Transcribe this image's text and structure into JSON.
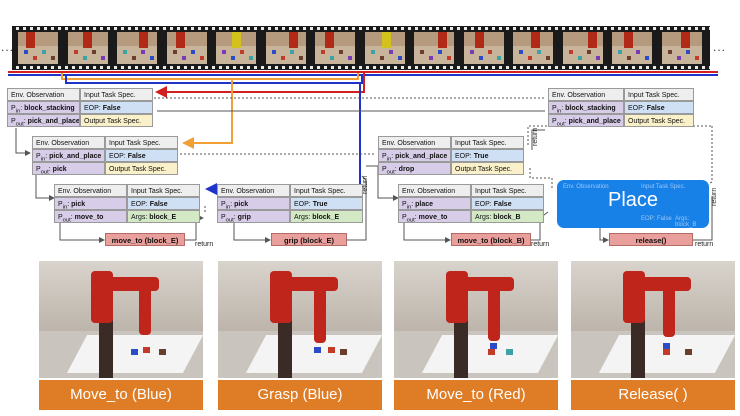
{
  "filmstrip": {
    "frame_count": 14,
    "ellipsis": "..."
  },
  "header_left": "Env. Observation",
  "header_right": "Input Task Spec.",
  "field_eop": "EOP:",
  "field_args": "Args:",
  "field_output": "Output Task Spec.",
  "pin": "P",
  "pin_in_sub": "in",
  "pin_out_sub": "out",
  "return_label": "return",
  "tables": {
    "block_stacking": {
      "p_in": "block_stacking",
      "eop": "False",
      "p_out": "pick_and_place"
    },
    "pick_and_place_1": {
      "p_in": "pick_and_place",
      "eop": "False",
      "p_out": "pick"
    },
    "pick_and_place_2": {
      "p_in": "pick_and_place",
      "eop": "True",
      "p_out": "drop"
    },
    "pick_1": {
      "p_in": "pick",
      "eop": "False",
      "p_out": "move_to",
      "args": "block_E"
    },
    "pick_2": {
      "p_in": "pick",
      "eop": "True",
      "p_out": "grip",
      "args": "block_E"
    },
    "place": {
      "p_in": "place",
      "eop": "False",
      "p_out": "move_to",
      "args": "block_B"
    },
    "block_stacking_right": {
      "p_in": "block_stacking",
      "eop": "False",
      "p_out": "pick_and_place"
    }
  },
  "actions": {
    "a1": "move_to (block_E)",
    "a2": "grip (block_E)",
    "a3": "move_to (block_B)",
    "a4": "release()"
  },
  "place_box": {
    "title": "Place",
    "ghost": [
      "Env. Observation",
      "Input Task Spec.",
      "EOP: False",
      "Args: block_B"
    ]
  },
  "captions": [
    "Move_to (Blue)",
    "Grasp (Blue)",
    "Move_to (Red)",
    "Release( )"
  ],
  "colors": {
    "red": "#d21f1f",
    "blue": "#1f33c8",
    "orange": "#f0a037",
    "caption_bg": "#df7c26",
    "place_bg": "#1781e8"
  }
}
